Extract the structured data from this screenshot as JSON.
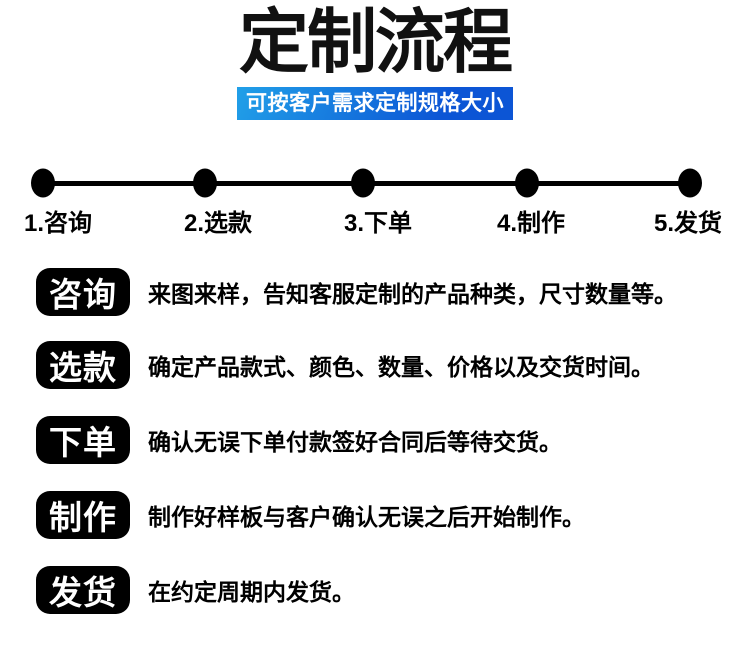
{
  "header": {
    "title": "定制流程",
    "subtitle": "可按客户需求定制规格大小"
  },
  "timeline": {
    "steps": [
      "1.咨询",
      "2.选款",
      "3.下单",
      "4.制作",
      "5.发货"
    ]
  },
  "process_rows": [
    {
      "badge": "咨询",
      "description": "来图来样，告知客服定制的产品种类，尺寸数量等。"
    },
    {
      "badge": "选款",
      "description": "确定产品款式、颜色、数量、价格以及交货时间。"
    },
    {
      "badge": "下单",
      "description": "确认无误下单付款签好合同后等待交货。"
    },
    {
      "badge": "制作",
      "description": "制作好样板与客户确认无误之后开始制作。"
    },
    {
      "badge": "发货",
      "description": "在约定周期内发货。"
    }
  ],
  "colors": {
    "banner_gradient_start": "#21a0e8",
    "banner_gradient_end": "#0c55d5",
    "badge_background": "#000000",
    "text_color": "#000000"
  }
}
